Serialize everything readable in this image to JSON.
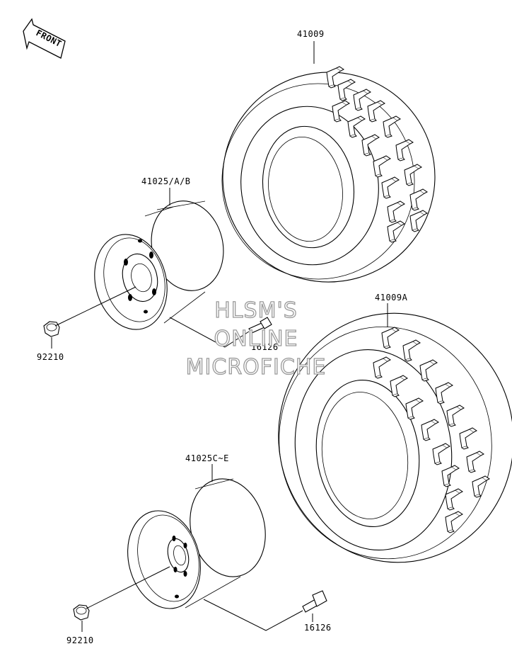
{
  "labels": {
    "front": "FRONT",
    "tire_front": "41009",
    "tire_rear": "41009A",
    "wheel_front": "41025/A/B",
    "wheel_rear": "41025C~E",
    "nut_front": "92210",
    "nut_rear": "92210",
    "valve_front": "16126",
    "valve_rear": "16126"
  },
  "watermark": {
    "line1": "HLSM'S",
    "line2": "ONLINE",
    "line3": "MICROFICHE"
  },
  "colors": {
    "line": "#000000",
    "watermark_stroke": "#9a9a9a",
    "background": "#ffffff"
  }
}
